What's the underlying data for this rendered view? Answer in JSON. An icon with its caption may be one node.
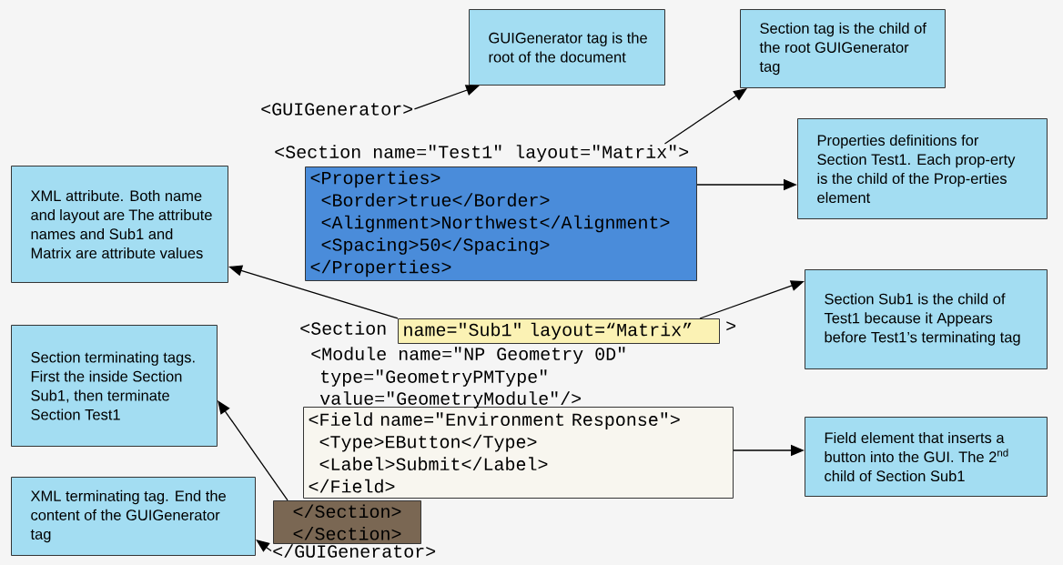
{
  "diagram": {
    "nodes": [
      {
        "text": [
          "GUIGenerator tag is the root of the document"
        ]
      },
      {
        "text": [
          "Section tag is the child of the root GUIGenerator tag"
        ]
      },
      {
        "text": [
          "<GUIGenerator>"
        ]
      },
      {
        "text": [
          "<Section name=\"Test1\" layout=\"Matrix\">"
        ]
      },
      {
        "text": [
          "<Properties>",
          "<Border>true</Border>",
          "<Alignment>Northwest</Alignment>",
          "<Spacing>50</Spacing>",
          "</Properties>"
        ]
      },
      {
        "text": [
          "Properties definitions for Section Test1.  Each prop-erty is the child of the Prop-erties element"
        ]
      },
      {
        "text": [
          "XML attribute. Both name and layout are The attribute names and Sub1 and Matrix are attribute values"
        ]
      },
      {
        "text": [
          "name=\"Sub1\" layout=“Matrix”"
        ]
      },
      {
        "text": [
          "Section Sub1 is the child of Test1 because it Appears before Test1’s terminating tag"
        ]
      },
      {
        "text": [
          "Section terminating tags.  First the inside Section Sub1, then terminate Section Test1"
        ]
      },
      {
        "text": [
          "<Field name=\"Environment Response\">",
          "<Type>EButton</Type>",
          "<Label>Submit</Label>",
          "</Field>"
        ]
      },
      {
        "text": [
          "Field element that inserts a button into the GUI. The 2$^{nd}$ child of Section Sub1"
        ]
      },
      {
        "text": [
          "</Section>",
          "</Section>"
        ]
      },
      {
        "text": [
          "XML terminating tag. End the content of the GUIGenerator tag"
        ]
      },
      {
        "text": [
          "</GUIGenerator>"
        ]
      }
    ],
    "edges": [
      {
        "from": 2,
        "to": 0,
        "arrow": "to"
      },
      {
        "from": 3,
        "to": 1,
        "arrow": "to"
      },
      {
        "from": 4,
        "to": 5,
        "arrow": "to"
      },
      {
        "from": 7,
        "to": 6,
        "arrow": "to"
      },
      {
        "from": 7,
        "to": 8,
        "arrow": "to"
      },
      {
        "from": 10,
        "to": 11,
        "arrow": "to"
      },
      {
        "from": 12,
        "to": 9,
        "arrow": "to"
      },
      {
        "from": 14,
        "to": 13,
        "arrow": "to"
      }
    ],
    "labels": [
      "<Section",
      ">",
      "<Module name=\"NP Geometry 0D\"",
      "type=\"GeometryPMType\"",
      "value=\"GeometryModule\"/>"
    ]
  }
}
